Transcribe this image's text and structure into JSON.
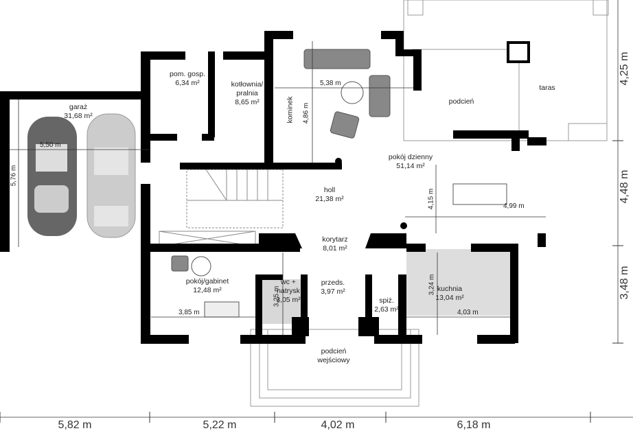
{
  "rooms": {
    "garage": {
      "name": "garaż",
      "area": "31,68 m²"
    },
    "utility": {
      "name": "pom. gosp.",
      "area": "6,34 m²"
    },
    "boiler": {
      "name1": "kotłownia/",
      "name2": "pralnia",
      "area": "8,65 m²"
    },
    "fireplace": {
      "name": "kominek"
    },
    "porch": {
      "name": "podcień"
    },
    "terrace": {
      "name": "taras"
    },
    "living": {
      "name": "pokój dzienny",
      "area": "51,14 m²"
    },
    "hall": {
      "name": "holl",
      "area": "21,38 m²"
    },
    "corridor": {
      "name": "korytarz",
      "area": "8,01 m²"
    },
    "office": {
      "name": "pokój/gabinet",
      "area": "12,48 m²"
    },
    "wc": {
      "name1": "wc +",
      "name2": "natrysk",
      "area": "3,05 m²"
    },
    "vestibule": {
      "name": "przeds.",
      "area": "3,97 m²"
    },
    "pantry": {
      "name": "spiż.",
      "area": "2,63 m²"
    },
    "kitchen": {
      "name": "kuchnia",
      "area": "13,04 m²"
    },
    "entrance_porch": {
      "name1": "podcień",
      "name2": "wejściowy"
    }
  },
  "dimensions": {
    "garage_width": "5,50 m",
    "garage_depth": "5,76 m",
    "living_depth": "4,86 m",
    "living_width": "5,38 m",
    "dining_depth": "4,15 m",
    "dining_width": "4,99 m",
    "office_depth": "3,25 m",
    "office_width": "3,85 m",
    "kitchen_depth": "3,24 m",
    "kitchen_width": "4,03 m"
  },
  "overall": {
    "bottom": [
      "5,82 m",
      "5,22 m",
      "4,02 m",
      "6,18 m"
    ],
    "right": [
      "4,25 m",
      "4,48 m",
      "3,48 m"
    ]
  }
}
